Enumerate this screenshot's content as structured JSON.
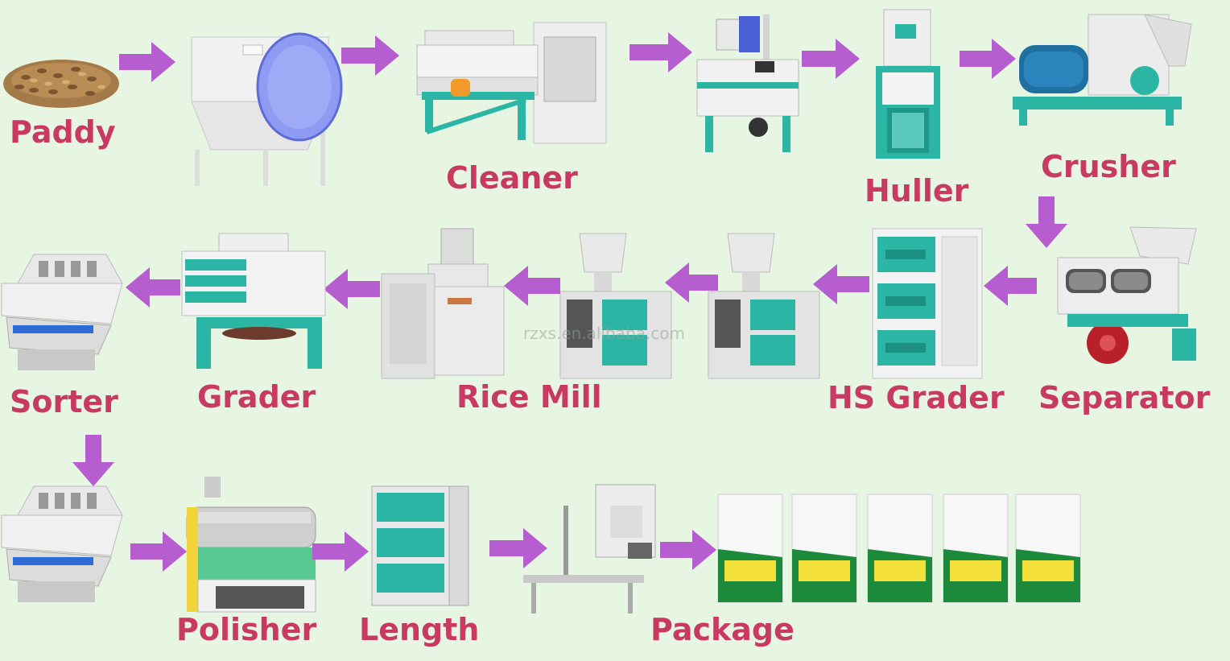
{
  "colors": {
    "background": "#e7f6e3",
    "label": "#c93a63",
    "arrow": "#b65dd0",
    "machine_teal": "#2bb5a5",
    "machine_white": "#f3f3f3",
    "machine_blue": "#7c8ef0"
  },
  "labels": {
    "paddy": "Paddy",
    "cleaner": "Cleaner",
    "huller": "Huller",
    "crusher": "Crusher",
    "separator": "Separator",
    "hs_grader": "HS Grader",
    "rice_mill": "Rice Mill",
    "grader": "Grader",
    "sorter": "Sorter",
    "polisher": "Polisher",
    "length": "Length",
    "package": "Package"
  },
  "watermark": "rzxs.en.alibaba.com"
}
